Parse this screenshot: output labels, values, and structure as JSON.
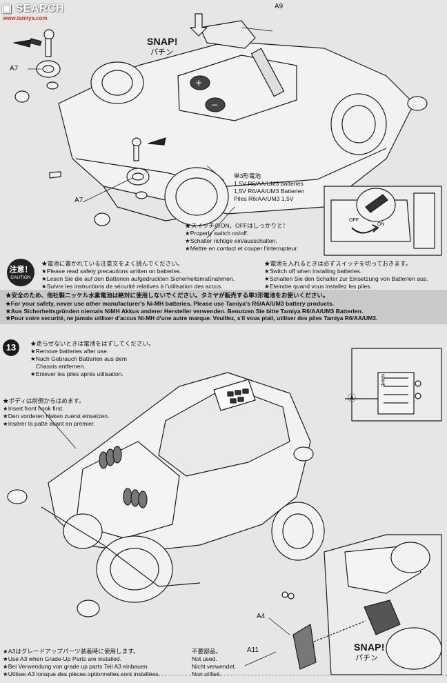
{
  "watermark": {
    "brand": "SEARCH",
    "site": "www.tamiya.com"
  },
  "step12": {
    "part_a9": "A9",
    "snap_top": "SNAP!",
    "snap_top_jp": "パチン",
    "part_a7_top": "A7",
    "part_a7_bottom": "A7",
    "battery_lines": [
      "単3形電池",
      "1.5V R6/AA/UM3 batteries",
      "1,5V R6/AA/UM3 Batterien",
      "Piles R6/AA/UM3 1,5V"
    ],
    "switch_lines": [
      "★スイッチのON、OFFはしっかりと！",
      "★Properly switch on/off.",
      "★Schalter richtige ein/ausschalten.",
      "★Mettre en contact et couper l'interrupteur."
    ],
    "switch_on": "ON",
    "switch_off": "OFF"
  },
  "caution": {
    "badge_jp": "注意！",
    "badge_en": "CAUTION",
    "left_lines": [
      "★電池に書かれている注意文をよく読んでください。",
      "★Please read safety precautions written on batteries.",
      "★Lesen Sie die auf den Batterien aufgedruckten Sicherheitsmaßnahmen.",
      "★Suivre les instructions de sécurité relatives à l'utilisation des accus."
    ],
    "right_lines": [
      "★電池を入れるときは必ずスイッチを切っておきます。",
      "★Switch off when installing batteries.",
      "★Schalten Sie den Schalter zur Einsetzung von Batterien aus.",
      "★Eteindre quand vous installez les piles."
    ],
    "band_lines": [
      "★安全のため、他社製ニッケル水素電池は絶対に使用しないでください。タミヤが販売する単3形電池をお使いください。",
      "★For your safety, never use other manufacturer's Ni-MH batteries. Please use Tamiya's R6/AA/UM3 battery products.",
      "★Aus Sicherheitsgründen niemals NiMH Akkus anderer Hersteller verwenden. Benutzen Sie bitte Tamiya R6/AA/UM3 Batterien.",
      "★Pour votre securité, ne jamais utiliser d'accus Ni-MH d'une autre marque. Veuillez, s'il vous plait, utiliser des piles Tamiya R6/AA/UM3."
    ]
  },
  "step13": {
    "number": "13",
    "remove_lines": [
      "★走らせないときは電池をはずしてください。",
      "★Remove batteries after use.",
      "★Nach Gebrauch Batterien aus dem",
      "Chassis entfernen.",
      "★Enlever les piles après utilisation."
    ],
    "hook_lines": [
      "★ボディは前側からはめます。",
      "★Insert front hook first.",
      "★Den vorderen Haken zuerst einsetzen.",
      "★Insérer la patte avant en premier."
    ],
    "name_label": "NAME",
    "inset_label": "Ⓐ",
    "part_a4": "A4",
    "snap_bottom": "SNAP!",
    "snap_bottom_jp": "パチン",
    "grade_up_lines": [
      "★A3はグレードアップパーツ装着時に使用します。",
      "★Use A3 when Grade-Up Parts are installed.",
      "★Bei Verwendung von grade up parts Teil A3 einbauen.",
      "★Utiliser A3 lorsque des pièces optionnelles sont installées."
    ],
    "not_used_lines": [
      "不要部品。",
      "Not used.",
      "Nicht verwendet.",
      "Non utilisé."
    ],
    "part_a11": "A11"
  }
}
